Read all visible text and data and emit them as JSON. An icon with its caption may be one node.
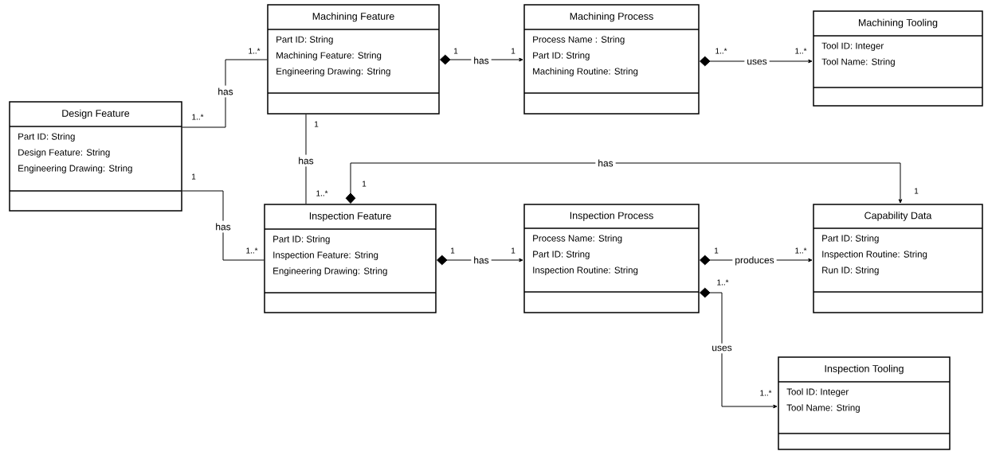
{
  "diagram": {
    "nodes": [
      {
        "text": [
          "Machining Feature",
          "Part ID: String",
          "Machining Feature: String",
          "Engineering Drawing: String"
        ]
      },
      {
        "text": [
          "Machining Process",
          "Process Name : String",
          "Part ID: String",
          "Machining Routine: String"
        ]
      },
      {
        "text": [
          "Machining Tooling",
          "Tool ID: Integer",
          "Tool Name: String"
        ]
      },
      {
        "text": [
          "Design Feature",
          "Part ID: String",
          "Design Feature: String",
          "Engineering Drawing: String"
        ]
      },
      {
        "text": [
          "Inspection Feature",
          "Part ID: String",
          "Inspection Feature: String",
          "Engineering Drawing: String"
        ]
      },
      {
        "text": [
          "Inspection Process",
          "Process Name: String",
          "Part ID: String",
          "Inspection Routine: String"
        ]
      },
      {
        "text": [
          "Capability Data",
          "Part ID: String",
          "Inspection Routine: String",
          "Run ID: String"
        ]
      },
      {
        "text": [
          "Inspection Tooling",
          "Tool ID: Integer",
          "Tool Name: String"
        ]
      }
    ],
    "edges": [
      {
        "from": 3,
        "to": 0,
        "arrow": "none",
        "label": "has"
      },
      {
        "from": 3,
        "to": 4,
        "arrow": "none",
        "label": "has"
      },
      {
        "from": 0,
        "to": 4,
        "arrow": "none",
        "label": "has"
      },
      {
        "from": 0,
        "to": 1,
        "arrow": "to",
        "label": "has"
      },
      {
        "from": 1,
        "to": 2,
        "arrow": "to",
        "label": "uses"
      },
      {
        "from": 4,
        "to": 6,
        "arrow": "to",
        "label": "has"
      },
      {
        "from": 4,
        "to": 5,
        "arrow": "to",
        "label": "has"
      },
      {
        "from": 5,
        "to": 6,
        "arrow": "to",
        "label": "produces"
      },
      {
        "from": 5,
        "to": 7,
        "arrow": "to",
        "label": "uses"
      }
    ],
    "labels": [
      "1..*",
      "1",
      "1",
      "1..*",
      "1..*",
      "1..*",
      "1",
      "1",
      "1",
      "1..*",
      "1",
      "1..*",
      "1",
      "1",
      "1",
      "1..*",
      "1..*",
      "1..*"
    ]
  }
}
